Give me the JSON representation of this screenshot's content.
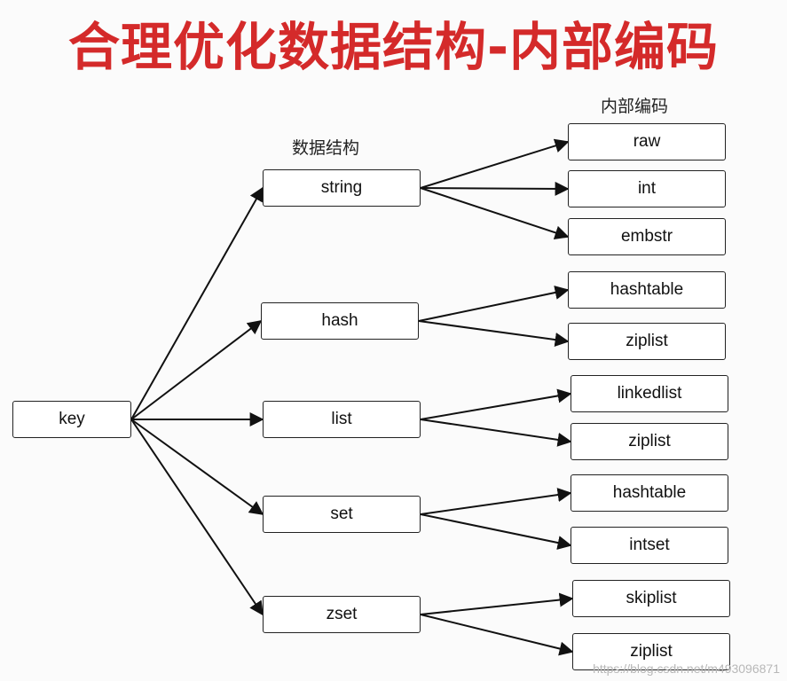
{
  "title": "合理优化数据结构-内部编码",
  "labels": {
    "structures": "数据结构",
    "encodings": "内部编码"
  },
  "root": "key",
  "structures": [
    {
      "id": "string",
      "label": "string",
      "encodings": [
        "raw",
        "int",
        "embstr"
      ]
    },
    {
      "id": "hash",
      "label": "hash",
      "encodings": [
        "hashtable",
        "ziplist"
      ]
    },
    {
      "id": "list",
      "label": "list",
      "encodings": [
        "linkedlist",
        "ziplist"
      ]
    },
    {
      "id": "set",
      "label": "set",
      "encodings": [
        "hashtable",
        "intset"
      ]
    },
    {
      "id": "zset",
      "label": "zset",
      "encodings": [
        "skiplist",
        "ziplist"
      ]
    }
  ],
  "watermark": "https://blog.csdn.net/m493096871"
}
